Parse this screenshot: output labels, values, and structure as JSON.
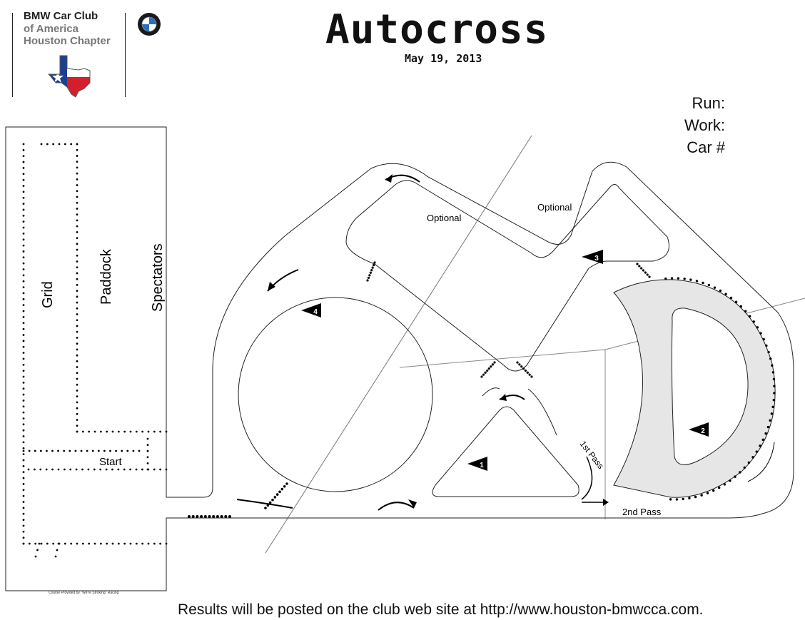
{
  "header": {
    "org_line1": "BMW Car Club",
    "org_line2": "of America",
    "org_line3": "Houston Chapter",
    "logo_icon": "bmw-roundel-icon",
    "flag_icon": "texas-flag-icon",
    "title": "Autocross",
    "date": "May 19, 2013"
  },
  "form": {
    "run_label": "Run:",
    "work_label": "Work:",
    "car_label": "Car #"
  },
  "map": {
    "grid_label": "Grid",
    "paddock_label": "Paddock",
    "spectators_label": "Spectators",
    "start_label": "Start",
    "optional_left": "Optional",
    "optional_right": "Optional",
    "first_pass": "1st Pass",
    "second_pass": "2nd Pass",
    "markers": [
      "1",
      "2",
      "3",
      "4"
    ],
    "colors": {
      "infield": "#e6e6e6",
      "line": "#222222"
    }
  },
  "footer": {
    "results_text": "Results will be posted on the club web site at http://www.houston-bmwcca.com.",
    "credit": "Course Provided by \"We're Stroking\" Racing"
  }
}
